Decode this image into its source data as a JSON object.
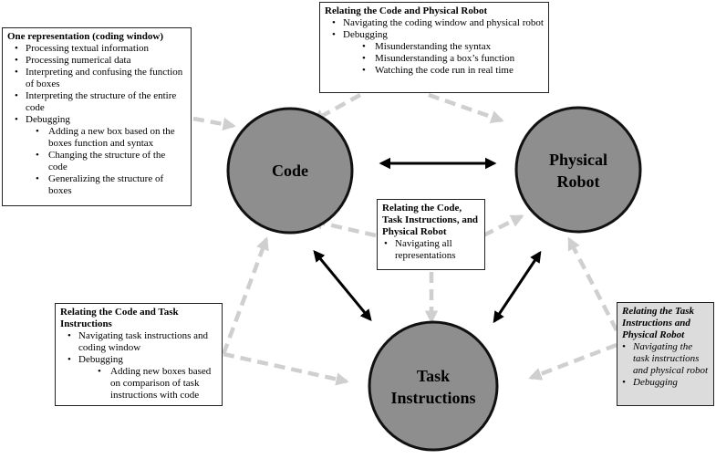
{
  "nodes": {
    "code": "Code",
    "physical_robot": [
      "Physical",
      "Robot"
    ],
    "task_instructions": [
      "Task",
      "Instructions"
    ]
  },
  "boxes": {
    "one_representation": {
      "title": "One representation (coding window)",
      "items": [
        "Processing textual information",
        "Processing numerical data",
        "Interpreting and confusing the function of boxes",
        "Interpreting the structure of the entire code",
        "Debugging"
      ],
      "sub_items": [
        "Adding a new box based on the boxes function and syntax",
        "Changing the structure of the code",
        "Generalizing the structure of boxes"
      ]
    },
    "code_robot": {
      "title": "Relating the Code and Physical Robot",
      "items": [
        "Navigating the coding window and physical robot",
        "Debugging"
      ],
      "sub_items": [
        "Misunderstanding the syntax",
        "Misunderstanding a box’s function",
        "Watching the code run in real time"
      ]
    },
    "all_three": {
      "title": "Relating the Code, Task Instructions, and Physical Robot",
      "items": [
        "Navigating all representations"
      ]
    },
    "code_task": {
      "title": "Relating the Code and Task Instructions",
      "items": [
        "Navigating task instructions and coding window",
        "Debugging"
      ],
      "sub_items": [
        "Adding new boxes based on comparison of task instructions with code"
      ]
    },
    "task_robot": {
      "title": "Relating the Task Instructions and Physical Robot",
      "items": [
        "Navigating the task instructions and physical robot",
        "Debugging"
      ]
    }
  },
  "colors": {
    "node_fill": "#8e8e8e",
    "dashed_arrow": "#cfcfcf",
    "solid_arrow": "#000000",
    "shaded_box": "#dcdcdc"
  }
}
